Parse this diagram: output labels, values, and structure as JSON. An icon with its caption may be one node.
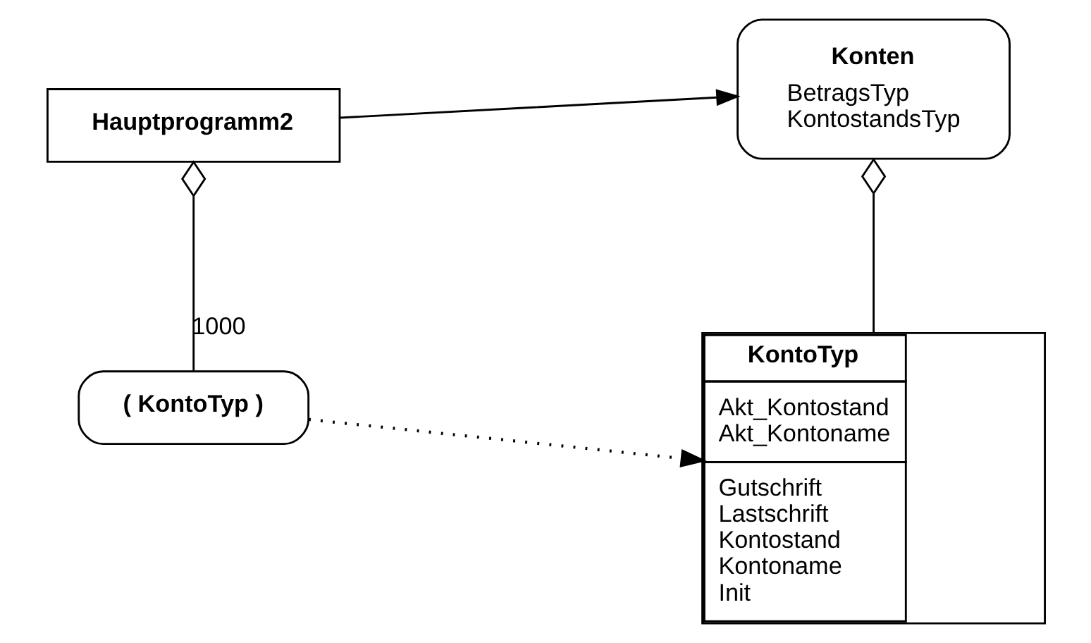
{
  "diagram": {
    "nodes": [
      {
        "text": [
          "Hauptprogramm2"
        ]
      },
      {
        "text": [
          "Konten",
          "BetragsTyp",
          "KontostandsTyp"
        ]
      },
      {
        "text": [
          "( KontoTyp )"
        ]
      },
      {
        "text": [
          "KontoTyp",
          "Akt_Kontostand",
          "Akt_Kontoname",
          "Gutschrift",
          "Lastschrift",
          "Kontostand",
          "Kontoname",
          "Init"
        ]
      }
    ],
    "edges": [
      {
        "from": 0,
        "to": 1,
        "arrow": "to"
      },
      {
        "from": 0,
        "to": 2,
        "arrow": "other",
        "label": "1000"
      },
      {
        "from": 1,
        "to": 3,
        "arrow": "other"
      },
      {
        "from": 2,
        "to": 3,
        "arrow": "to",
        "style": "dashed"
      }
    ]
  }
}
